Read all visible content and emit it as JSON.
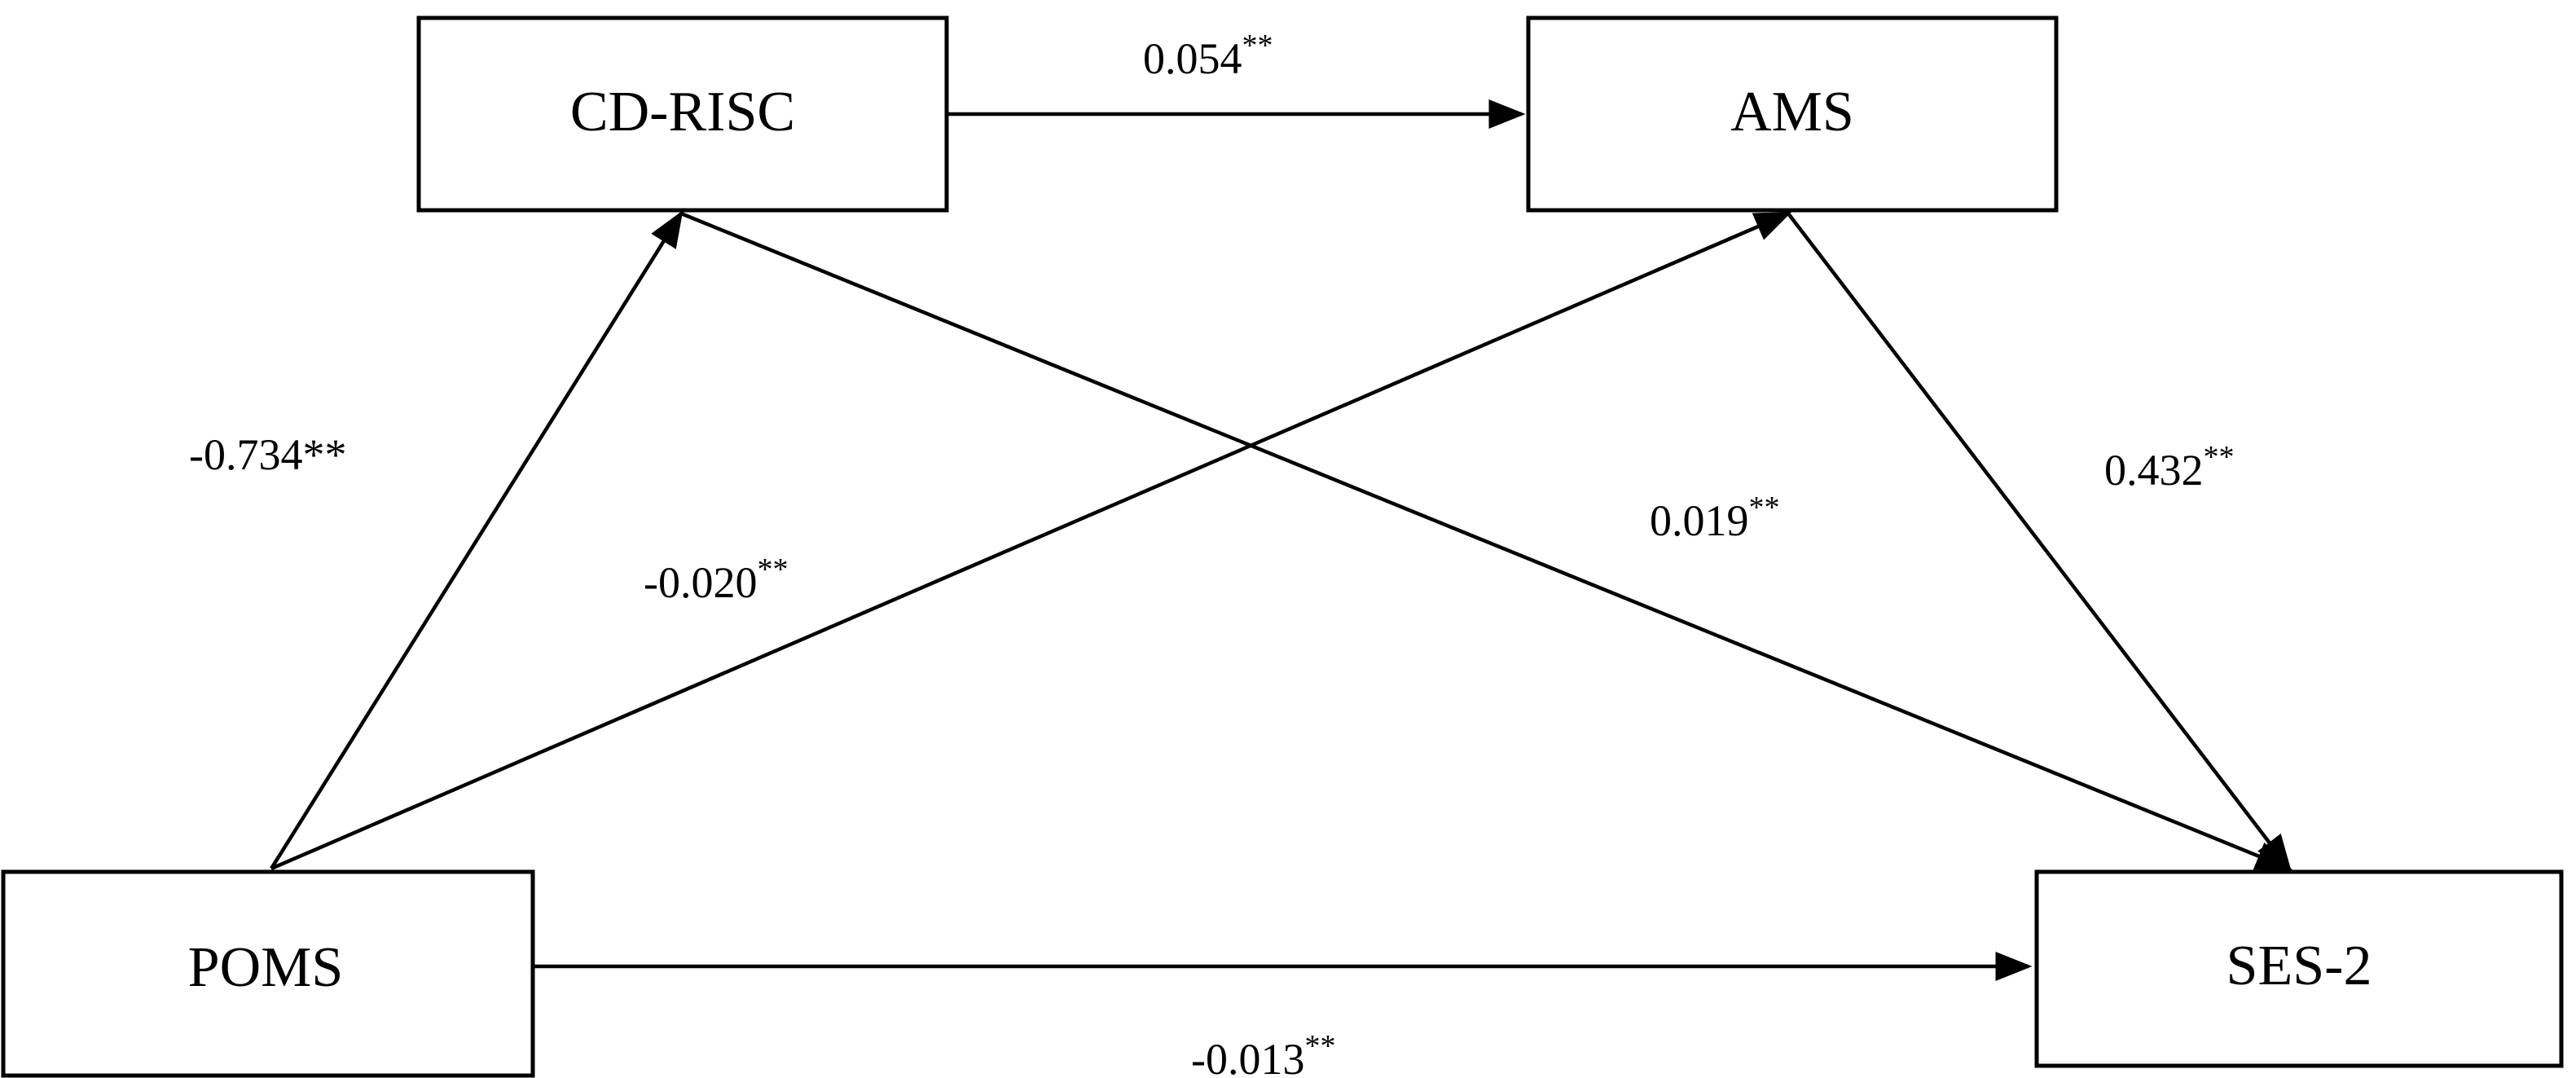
{
  "diagram": {
    "nodes": {
      "cdrisc": "CD-RISC",
      "ams": "AMS",
      "poms": "POMS",
      "ses2": "SES-2"
    },
    "edges": {
      "cdrisc_to_ams": {
        "value": "0.054",
        "sig": "**"
      },
      "poms_to_cdrisc": {
        "value": "-0.734",
        "sig": "**"
      },
      "poms_to_ams": {
        "value": "-0.020",
        "sig": "**"
      },
      "cdrisc_to_ses2": {
        "value": "0.019",
        "sig": "**"
      },
      "ams_to_ses2": {
        "value": "0.432",
        "sig": "**"
      },
      "poms_to_ses2": {
        "value": "-0.013",
        "sig": "**"
      }
    }
  }
}
